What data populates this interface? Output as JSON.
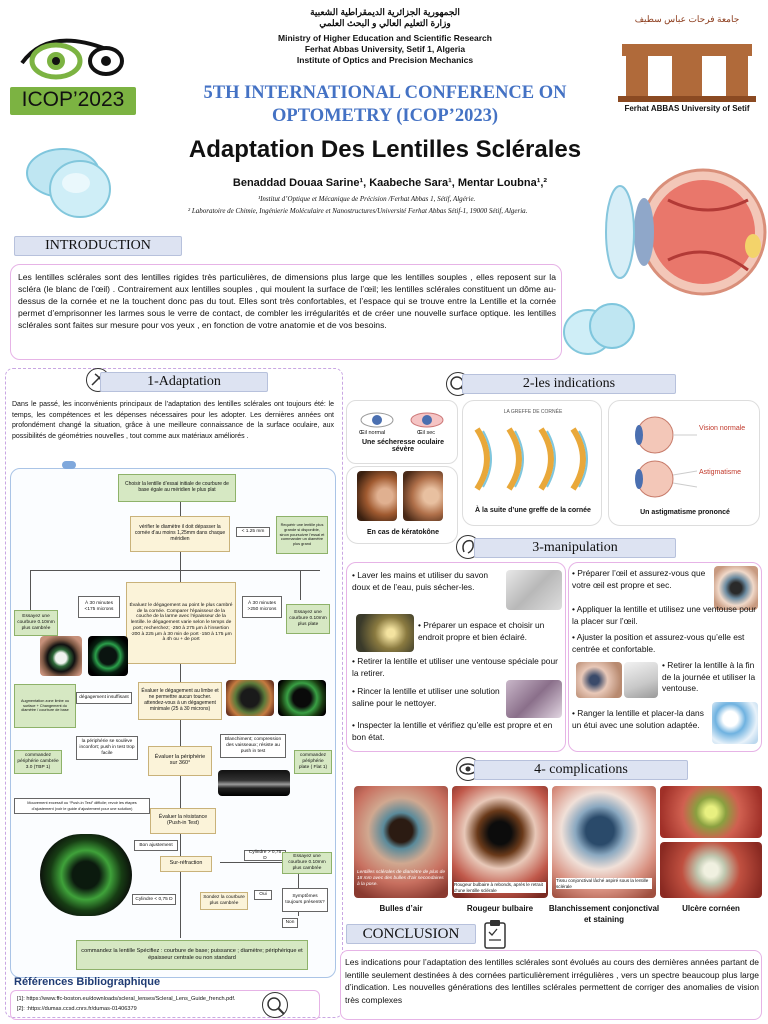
{
  "header": {
    "arabic_line1": "الجمهورية الجزائرية الديمقراطية الشعبية",
    "arabic_line2": "وزارة التعليم العالي و البحث العلمي",
    "ministry": "Ministry of Higher Education and Scientific Research",
    "university": "Ferhat Abbas University, Setif 1, Algeria",
    "institute": "Institute of Optics and Precision Mechanics",
    "conference_line1": "5TH INTERNATIONAL CONFERENCE ON",
    "conference_line2": "OPTOMETRY (ICOP’2023)",
    "logo_text": "ICOP’2023",
    "uni_arabic": "جامعة فرحات عباس سطيف",
    "uni_caption": "Ferhat ABBAS University of Setif"
  },
  "title": "Adaptation Des Lentilles Sclérales",
  "authors": "Benaddad Douaa Sarine¹, Kaabeche Sara¹, Mentar Loubna¹,²",
  "affiliations": [
    "¹Institut d’Optique et Mécanique de Précision /Ferhat Abbas 1, Sétif, Algérie.",
    "² Laboratoire de Chimie, Ingénierie Moléculaire et Nanostructures/Université Ferhat Abbas Sétif-1, 19000 Sétif, Algeria."
  ],
  "introduction": {
    "heading": "INTRODUCTION",
    "text": "Les lentilles sclérales sont des lentilles rigides très particulières, de dimensions plus large que les lentilles souples , elles reposent sur la scléra (le blanc de l’œil) . Contrairement aux lentilles souples , qui moulent la surface de l’œil; les lentilles sclérales constituent un dôme au-dessus de la cornée et ne la touchent donc pas du tout. Elles sont très confortables, et l’espace qui se trouve entre la Lentille et la cornée permet d’emprisonner les larmes sous le verre de contact, de combler les irrégularités et de créer une nouvelle surface optique. les lentilles sclérales sont faites sur mesure pour vos yeux , en fonction de votre anatomie et de vos besoins."
  },
  "adaptation": {
    "heading": "1-Adaptation",
    "text": "Dans le passé, les inconvénients principaux de l’adaptation des lentilles sclérales ont toujours été: le temps, les compétences et les dépenses nécessaires pour les adopter. Les dernières années ont profondément changé la situation, grâce à une meilleure connaissance de la surface oculaire, aux possibilités de géométries nouvelles , tout comme aux matériaux améliorés .",
    "flow": {
      "n1": "Choisir la lentille d’essai initiale de courbure de base égale au méridien le plus plat",
      "n2": "vérifier le diamètre il doit dépasser la cornée d’au moins 1,25mm dans chaque méridien",
      "n2a": "< 1.25 mm",
      "n2b": "Requérir une lentille plus grande si disponible, sinon poursuivre l’essai et commander un diamètre plus grand",
      "n3": "Évaluez le dégagement au point le plus cambré de la cornée. Comparer l’épaisseur de la couche de la larme avec l’épaisseur de la lentille. le dégagement varie selon le temps de port; recherchez; ·250 à 275 μm à l’insertion ·200 à 225 μm à 30 min de port ·150 à 175 μm à 4h ou + de port",
      "n3l": "À 30 minutes <175 microns",
      "n3r": "À 30 minutes >250 microns",
      "n3ll": "Essayez une courbure 0.10mm plus cambrée",
      "n3rr": "Essayez une courbure 0.10mm plus plate",
      "n4": "Évaluer le dégagement au limbe et ne permettre aucun toucher. attendez-vous à un dégagement minimale (25 à 30 microns)",
      "n4l": "dégagement insuffisant",
      "n4ll": "Augmentation zone limbe ou surface + Changement du diamètre / courbure de base",
      "n5": "Évaluer la périphérie sur 360°",
      "n5l": "la périphérie se soulève inconfort; push in test trop facile",
      "n5r": "Blanchiment; compression des vaisseaux; résiste au push in test",
      "n5ll": "commandez périphérie cambrée 3.0 (TBP 1)",
      "n5rr": "commandez périphérie plate ( Flat 1)",
      "n6note": "Mouvement excessif ou “Push-in Test” difficile; revoir les étapes d’ajustement (voir le guide d’ajustement pour une solution)",
      "n6": "Évaluer la résistance (Push-in Test)",
      "n7a": "Bon ajustement",
      "n7": "Sur-réfraction",
      "n7b": "Cylindre > 0,75 D",
      "n7c": "Essayez une courbure 0.10mm plus cambrée",
      "n7d": "Cylindre < 0,75 D",
      "n7e": "Sondez la courbure plus cambrée",
      "n7f": "Oui",
      "n7g": "Symptômes toujours présents?",
      "n7h": "Non",
      "n8": "commandez la lentille Spécifiez : courbure de base; puissance ; diamètre; périphérique et épaisseur centrale ou non standard"
    }
  },
  "references": {
    "heading": "Références Bibliographique",
    "items": [
      "[1]: https://www.ffc-boston.eu/downloads/scleral_lenses/Scleral_Lens_Guide_french.pdf.",
      "[2]: :https://dumas.ccsd.cnrs.fr/dumas-01406379"
    ]
  },
  "indications": {
    "heading": "2-les indications",
    "eye_normal": "Œil normal",
    "eye_sec": "Œil sec",
    "secheresse": "Une sécheresse oculaire sévère",
    "greffe_title": "LA GREFFE DE CORNÉE",
    "greffe": "À la suite d’une greffe de la cornée",
    "keratocone": "En cas de kératokône",
    "vision_normale": "Vision normale",
    "astigmatisme": "Astigmatisme",
    "astig_caption": "Un astigmatisme prononcé"
  },
  "manipulation": {
    "heading": "3-manipulation",
    "left": [
      "Laver les mains et utiliser du savon doux et de l’eau, puis sécher-les.",
      "Préparer un espace et choisir un endroit propre et bien éclairé.",
      "Retirer la lentille et utiliser une ventouse spéciale pour la retirer.",
      "Rincer la lentille et utiliser une solution saline pour le nettoyer.",
      "Inspecter la lentille et vérifiez qu’elle est propre et en bon état."
    ],
    "right": [
      "Préparer l’œil et assurez-vous que votre œil est propre et sec.",
      "Appliquer la lentille et utilisez une ventouse pour la placer sur l’œil.",
      "Ajuster la position et assurez-vous qu’elle est centrée et confortable.",
      "Retirer la lentille à la fin de la journée et utiliser la ventouse.",
      "Ranger la lentille et placer-la dans un étui avec une solution adaptée."
    ]
  },
  "complications": {
    "heading": "4- complications",
    "cap1": "Lentilles sclérales de diamètre de plus de 18 mm avec des bulles d’air secondaires à la pose.",
    "cap2": "Rougeur bulbaire à rebonds, après le retrait d’une lentille sclérale",
    "cap3": "Tissu conjonctival lâché aspiré sous la lentille sclérale",
    "items": [
      "Bulles d’air",
      "Rougeur bulbaire",
      "Blanchissement conjonctival et staining",
      "Ulcère cornéen"
    ]
  },
  "conclusion": {
    "heading": "CONCLUSION",
    "text": "Les indications pour l’adaptation des lentilles sclérales sont évolués au cours des dernières années partant de lentille seulement destinées à des cornées particulièrement irrégulières , vers un spectre beaucoup plus large d’indication. Les nouvelles générations des lentilles sclérales permettent de corriger des anomalies de vision très complexes"
  },
  "colors": {
    "conference_blue": "#4472c4",
    "header_fill": "#dde3f2",
    "box_border_pink": "#e6b3e6",
    "flow_cream": "#fbf3d9",
    "flow_green": "#d6e8c3",
    "logo_green": "#7cb342"
  }
}
